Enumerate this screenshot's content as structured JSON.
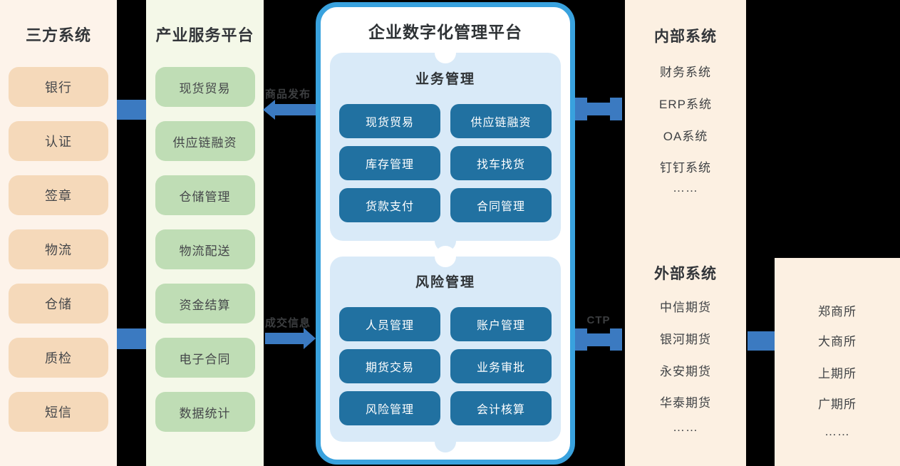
{
  "columns": {
    "third_party": {
      "title": "三方系统",
      "items": [
        "银行",
        "认证",
        "签章",
        "物流",
        "仓储",
        "质检",
        "短信"
      ]
    },
    "industry_platform": {
      "title": "产业服务平台",
      "items": [
        "现货贸易",
        "供应链融资",
        "仓储管理",
        "物流配送",
        "资金结算",
        "电子合同",
        "数据统计"
      ]
    },
    "internal_systems": {
      "title": "内部系统",
      "items": [
        "财务系统",
        "ERP系统",
        "OA系统",
        "钉钉系统",
        "……"
      ]
    },
    "external_systems": {
      "title": "外部系统",
      "items": [
        "中信期货",
        "银河期货",
        "永安期货",
        "华泰期货",
        "……"
      ]
    },
    "exchanges": {
      "items": [
        "郑商所",
        "大商所",
        "上期所",
        "广期所",
        "……"
      ]
    }
  },
  "platform": {
    "title": "企业数字化管理平台",
    "sections": [
      {
        "title": "业务管理",
        "buttons": [
          "现货贸易",
          "供应链融资",
          "库存管理",
          "找车找货",
          "货款支付",
          "合同管理"
        ]
      },
      {
        "title": "风险管理",
        "buttons": [
          "人员管理",
          "账户管理",
          "期货交易",
          "业务审批",
          "风险管理",
          "会计核算"
        ]
      }
    ]
  },
  "connectors": {
    "publish_label": "商品发布",
    "deal_label": "成交信息",
    "ctp_label": "CTP"
  },
  "colors": {
    "connector_blue": "#3b7ac1",
    "platform_border_blue": "#39a2de",
    "panel_light_blue": "#d9eaf8",
    "button_blue": "#2171a1",
    "third_party_box": "#f5d9ba",
    "industry_box": "#bfddb5",
    "cream_background": "#fcf0e2",
    "green_background": "#f4f8e8",
    "peach_background": "#fdf3ea"
  }
}
